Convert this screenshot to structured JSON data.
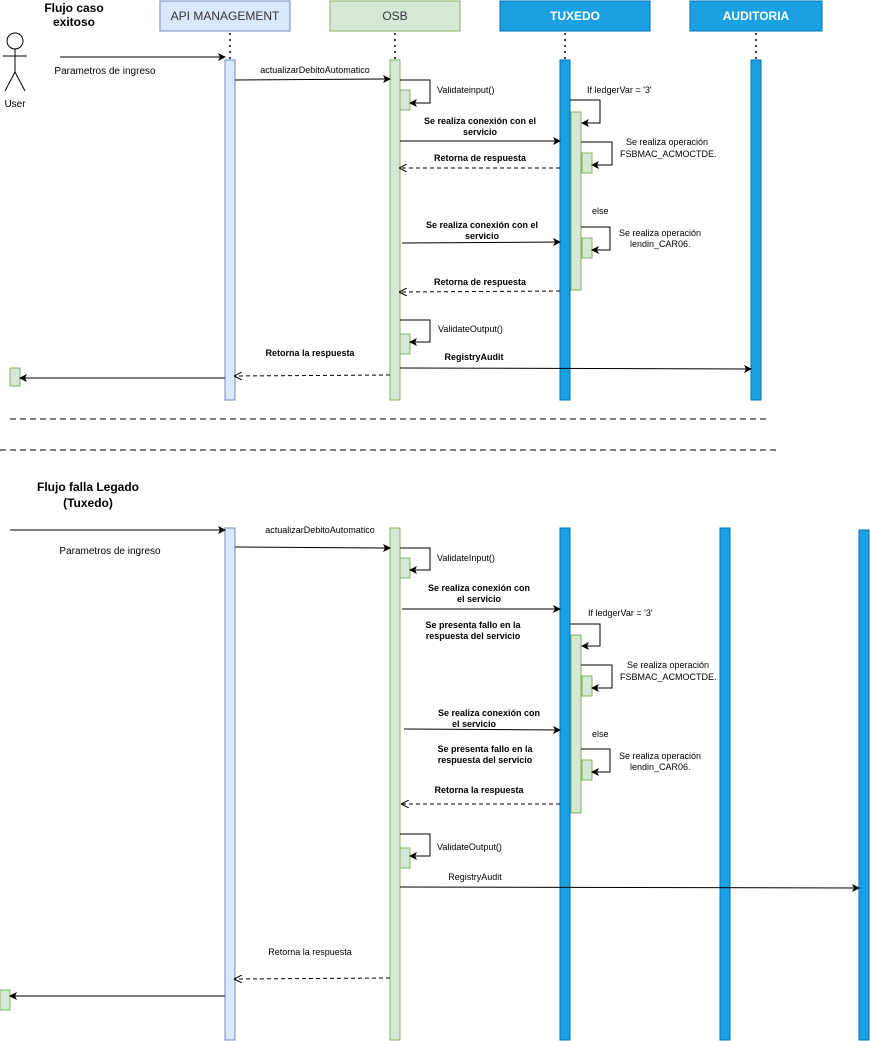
{
  "colors": {
    "api": "#dae8fc",
    "api_border": "#6c8ebf",
    "osb": "#d5e8d4",
    "osb_border": "#82b366",
    "tuxedo": "#1ba1e2",
    "tuxedo_border": "#006eaf",
    "line": "#000000"
  },
  "participants": {
    "user": "User",
    "api": "API MANAGEMENT",
    "osb": "OSB",
    "tuxedo": "TUXEDO",
    "auditoria": "AUDITORIA"
  },
  "flow1": {
    "title_line1": "Flujo caso",
    "title_line2": "exitoso",
    "parametros": "Parametros de ingreso",
    "actualizar": "actualizarDebitoAutomatico",
    "validate_input": "Validateinput()",
    "conexion1_line1": "Se realiza conexión con el",
    "conexion1_line2": "servicio",
    "if_ledger": "If ledgerVar = '3'",
    "op1_line1": "Se realiza operación",
    "op1_line2": "FSBMAC_ACMOCTDE.",
    "retorna1": "Retorna de respuesta",
    "else": "else",
    "conexion2_line1": "Se realiza conexión con el",
    "conexion2_line2": "servicio",
    "op2_line1": "Se realiza operación",
    "op2_line2": "lendin_CAR06.",
    "retorna2": "Retorna de respuesta",
    "validate_output": "ValidateOutput()",
    "registry": "RegistryAudit",
    "retorna_la": "Retorna la respuesta"
  },
  "flow2": {
    "title_line1": "Flujo falla Legado",
    "title_line2": "(Tuxedo)",
    "parametros": "Parametros de ingreso",
    "actualizar": "actualizarDebitoAutomatico",
    "validate_input": "ValidateInput()",
    "conexion1_line1": "Se realiza conexión con",
    "conexion1_line2": "el servicio",
    "if_ledger": "If ledgerVar = '3'",
    "fallo1_line1": "Se presenta fallo en la",
    "fallo1_line2": "respuesta del servicio",
    "op1_line1": "Se realiza operación",
    "op1_line2": "FSBMAC_ACMOCTDE.",
    "conexion2_line1": "Se realiza conexión con",
    "conexion2_line2": "el servicio",
    "else": "else",
    "fallo2_line1": "Se presenta fallo en la",
    "fallo2_line2": "respuesta del servicio",
    "op2_line1": "Se realiza operación",
    "op2_line2": "lendin_CAR06.",
    "retorna_la": "Retorna la respuesta",
    "validate_output": "ValidateOutput()",
    "registry": "RegistryAudit",
    "retorna_final": "Retorna la respuesta"
  }
}
